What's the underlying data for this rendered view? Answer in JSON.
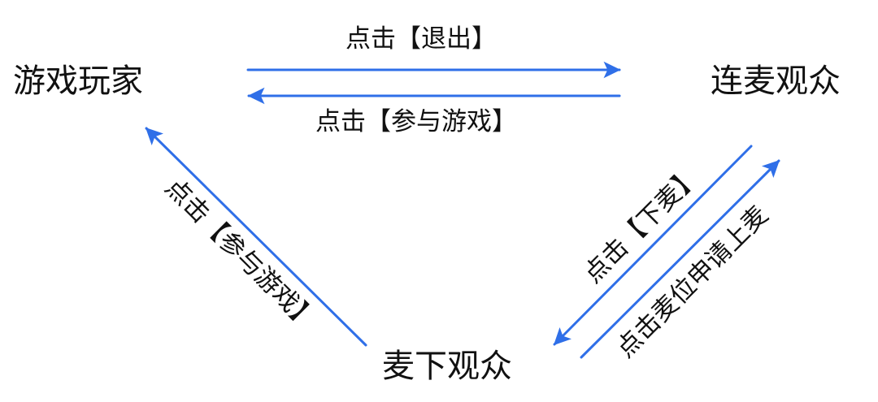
{
  "diagram": {
    "nodes": {
      "player": "游戏玩家",
      "mic_audience": "连麦观众",
      "offmic_audience": "麦下观众"
    },
    "edges": {
      "exit": "点击【退出】",
      "join_game_top": "点击【参与游戏】",
      "join_game_left": "点击【参与游戏】",
      "leave_mic": "点击【下麦】",
      "apply_mic": "点击麦位申请上麦"
    },
    "arrow_color": "#2f6fe8"
  }
}
